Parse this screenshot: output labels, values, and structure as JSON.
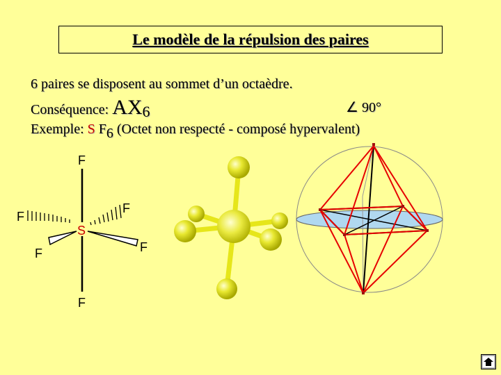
{
  "title": "Le modèle de la répulsion des paires",
  "line1": "6 paires se disposent au sommet d’un octaèdre.",
  "consequence_label": "Conséquence:",
  "consequence_formula": "AX",
  "consequence_sub": "6",
  "angle_symbol": "∠",
  "angle_value": "90°",
  "example_label": "Exemple:",
  "example_central": "S",
  "example_ligand": "F",
  "example_sub": "6",
  "example_note": "(Octet non respecté - composé hypervalent)",
  "molecule": {
    "central": "S",
    "ligands": [
      "F",
      "F",
      "F",
      "F",
      "F",
      "F"
    ]
  },
  "colors": {
    "background": "#ffff99",
    "central_red": "#cc0000",
    "octahedron_red": "#e60000",
    "ball_yellow": "#e6e61a",
    "plane_blue": "#b0d8f0"
  }
}
